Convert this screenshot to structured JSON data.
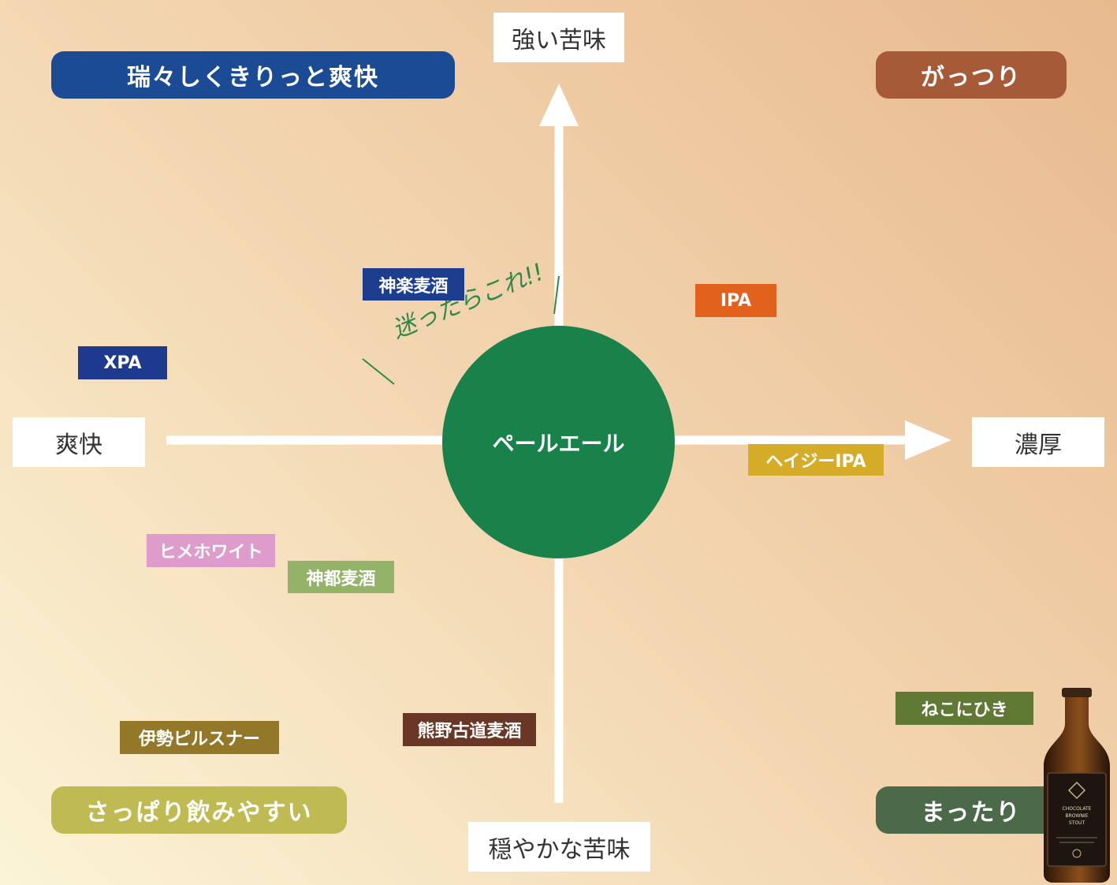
{
  "axes": {
    "top": "強い苦味",
    "bottom": "穏やかな苦味",
    "left": "爽快",
    "right": "濃厚"
  },
  "center": "ペールエール",
  "corners": {
    "top_left": "瑞々しくきりっと爽快",
    "top_right": "がっつり",
    "bottom_left": "さっぱり飲みやすい",
    "bottom_right": "まったり"
  },
  "highlight_note": "迷ったらこれ!!",
  "beers": [
    {
      "name": "神楽麦酒",
      "color": "#1d3e8f"
    },
    {
      "name": "IPA",
      "color": "#e2611c"
    },
    {
      "name": "XPA",
      "color": "#1d3a8f"
    },
    {
      "name": "ヘイジーIPA",
      "color": "#d4ac28"
    },
    {
      "name": "ヒメホワイト",
      "color": "#dd9ccb"
    },
    {
      "name": "神都麦酒",
      "color": "#93b369"
    },
    {
      "name": "伊勢ピルスナー",
      "color": "#93782a"
    },
    {
      "name": "熊野古道麦酒",
      "color": "#6a3626"
    },
    {
      "name": "ねこにひき",
      "color": "#5f7833"
    }
  ],
  "colors": {
    "corner_top_left": "#1a4b94",
    "corner_top_right": "#a65a38",
    "corner_bottom_left": "#bfba52",
    "corner_bottom_right": "#4a6a4a",
    "center_circle": "#19824a"
  },
  "bottle": {
    "label": [
      "CHOCOLATE",
      "BROWNIE",
      "STOUT"
    ]
  }
}
